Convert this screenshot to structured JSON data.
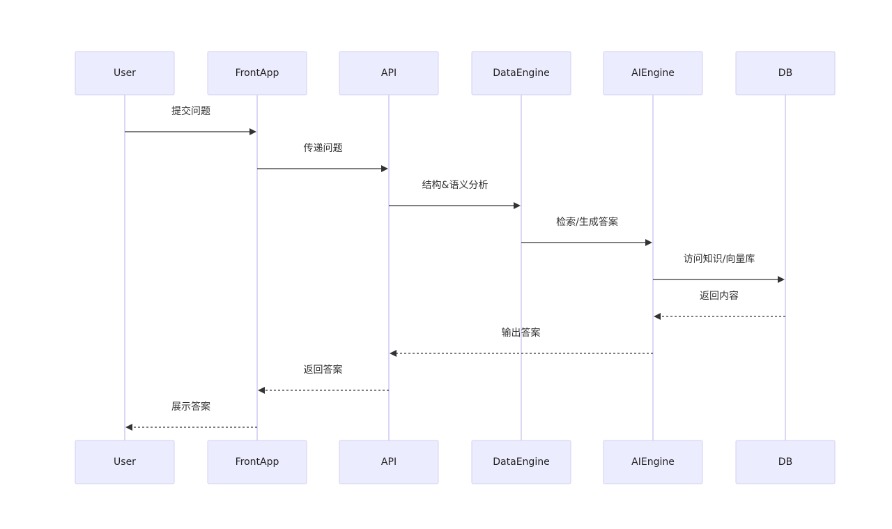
{
  "actors": [
    {
      "id": "user",
      "label": "User"
    },
    {
      "id": "frontapp",
      "label": "FrontApp"
    },
    {
      "id": "api",
      "label": "API"
    },
    {
      "id": "dataengine",
      "label": "DataEngine"
    },
    {
      "id": "aiengine",
      "label": "AIEngine"
    },
    {
      "id": "db",
      "label": "DB"
    }
  ],
  "messages": [
    {
      "from": 0,
      "to": 1,
      "label": "提交问题",
      "style": "solid"
    },
    {
      "from": 1,
      "to": 2,
      "label": "传递问题",
      "style": "solid"
    },
    {
      "from": 2,
      "to": 3,
      "label": "结构&语义分析",
      "style": "solid"
    },
    {
      "from": 3,
      "to": 4,
      "label": "检索/生成答案",
      "style": "solid"
    },
    {
      "from": 4,
      "to": 5,
      "label": "访问知识/向量库",
      "style": "solid"
    },
    {
      "from": 5,
      "to": 4,
      "label": "返回内容",
      "style": "dashed"
    },
    {
      "from": 4,
      "to": 2,
      "label": "输出答案",
      "style": "dashed"
    },
    {
      "from": 2,
      "to": 1,
      "label": "返回答案",
      "style": "dashed"
    },
    {
      "from": 1,
      "to": 0,
      "label": "展示答案",
      "style": "dashed"
    }
  ],
  "colors": {
    "actor_fill": "#ececff",
    "actor_stroke": "#d3cff2",
    "lifeline": "#d0c8f3",
    "message": "#333333"
  }
}
